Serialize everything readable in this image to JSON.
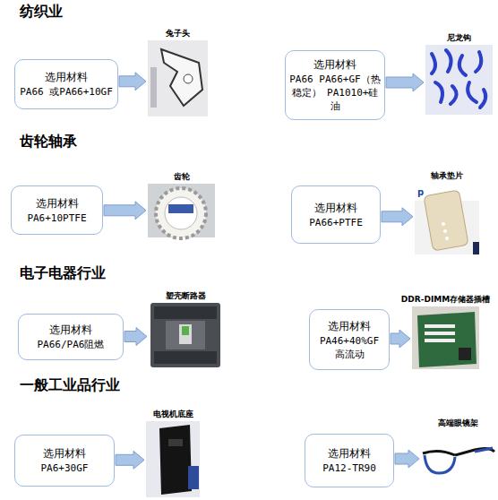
{
  "diagram": {
    "nodes": [
      {
        "text": [
          "选用材料",
          "PA66 或PA66+10GF"
        ]
      },
      {
        "text": [
          "兔子头"
        ]
      },
      {
        "text": [
          "选用材料",
          "PA66 PA66+GF（热稳定） PA1010+硅油"
        ]
      },
      {
        "text": [
          "尼龙钩"
        ]
      },
      {
        "text": [
          "选用材料",
          "PA6+10PTFE"
        ]
      },
      {
        "text": [
          "齿轮"
        ]
      },
      {
        "text": [
          "选用材料",
          "PA66+PTFE"
        ]
      },
      {
        "text": [
          "轴承垫片"
        ]
      },
      {
        "text": [
          "选用材料",
          "PA66/PA6阻燃"
        ]
      },
      {
        "text": [
          "塑壳断路器"
        ]
      },
      {
        "text": [
          "选用材料",
          "PA46+40%GF 高流动"
        ]
      },
      {
        "text": [
          "DDR-DIMM存储器插槽"
        ]
      },
      {
        "text": [
          "选用材料",
          "PA6+30GF"
        ]
      },
      {
        "text": [
          "电视机底座"
        ]
      },
      {
        "text": [
          "选用材料",
          "PA12-TR90"
        ]
      },
      {
        "text": [
          "高端眼镜架"
        ]
      }
    ],
    "edges": [
      {
        "from": 0,
        "to": 1,
        "arrow": "to"
      },
      {
        "from": 2,
        "to": 3,
        "arrow": "to"
      },
      {
        "from": 4,
        "to": 5,
        "arrow": "to"
      },
      {
        "from": 6,
        "to": 7,
        "arrow": "to"
      },
      {
        "from": 8,
        "to": 9,
        "arrow": "to"
      },
      {
        "from": 10,
        "to": 11,
        "arrow": "to"
      },
      {
        "from": 12,
        "to": 13,
        "arrow": "to"
      },
      {
        "from": 14,
        "to": 15,
        "arrow": "to"
      }
    ],
    "labels": [
      "纺织业",
      "齿轮轴承",
      "电子电器行业",
      "一般工业品行业"
    ]
  }
}
